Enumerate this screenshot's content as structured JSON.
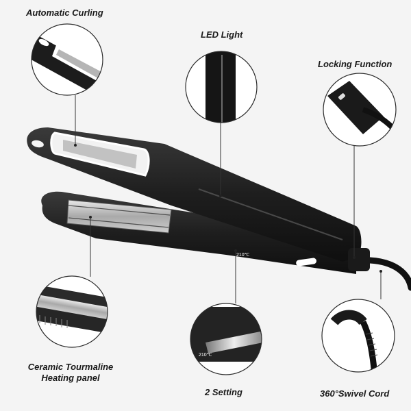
{
  "features": {
    "automatic_curling": "Automatic Curling",
    "led_light": "LED Light",
    "locking_function": "Locking Function",
    "ceramic_panel_line1": "Ceramic Tourmaline",
    "ceramic_panel_line2": "Heating panel",
    "two_setting": "2 Setting",
    "swivel_cord": "360°Swivel Cord"
  },
  "device": {
    "temperature_marking": "210℃"
  },
  "colors": {
    "background": "#f4f4f4",
    "device_body": "#1f1f1f",
    "heating_plate": "#b8b8b8",
    "leader_line": "#333333"
  },
  "icons": {
    "curler": "hair-curler-illustration",
    "cord": "swivel-cord-illustration"
  }
}
